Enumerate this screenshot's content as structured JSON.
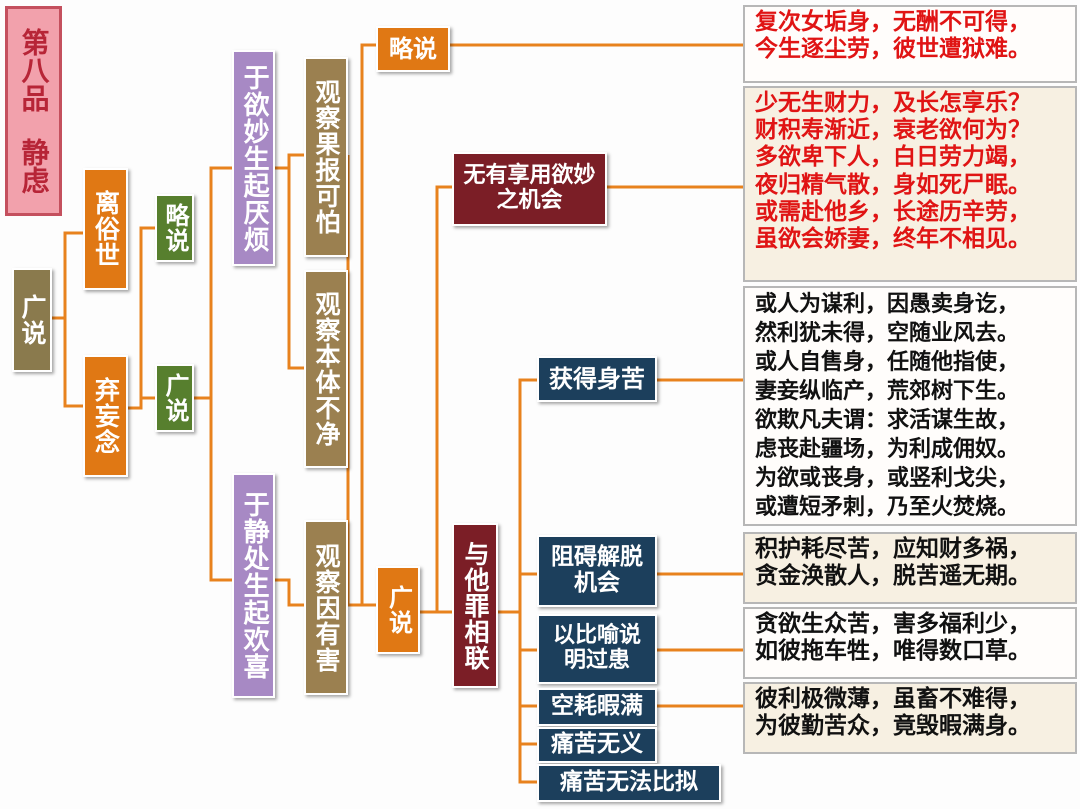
{
  "title": {
    "line1": "第八品",
    "line2": "静虑"
  },
  "nodes": {
    "guangshuo_root": "广说",
    "lisushi": "离俗世",
    "qiwangnian": "弃妄念",
    "lueshuo_l2": "略说",
    "guangshuo_l2": "广说",
    "yuyu": "于欲妙生起厌烦",
    "yujing": "于静处生起欢喜",
    "guanchaguobao": "观察果报可怕",
    "guanchabenti": "观察本体不净",
    "guanchayinyou": "观察因有害",
    "lueshuo_l4": "略说",
    "guangshuo_l4": "广说",
    "wuyou": "无有享用欲妙之机会",
    "yutazui": "与他罪相联",
    "huode": "获得身苦",
    "zuai": "阻碍解脱机会",
    "yibiyu": "以比喻说明过患",
    "konghao": "空耗暇满",
    "tongku": "痛苦无义",
    "tongkuwufa": "痛苦无法比拟"
  },
  "verses": [
    {
      "lines": [
        "复次女垢身，无酬不可得，",
        "今生逐尘劳，彼世遭狱难。"
      ],
      "color": "#e01414"
    },
    {
      "lines": [
        "少无生财力，及长怎享乐？",
        "财积寿渐近，衰老欲何为？",
        "多欲卑下人，白日劳力竭，",
        "夜归精气散，身如死尸眠。",
        "或需赴他乡，长途历辛劳，",
        "虽欲会娇妻，终年不相见。"
      ],
      "color": "#e01414"
    },
    {
      "lines": [
        "或人为谋利，因愚卖身讫，",
        "然利犹未得，空随业风去。",
        "或人自售身，任随他指使，",
        "妻妾纵临产，荒郊树下生。",
        "欲欺凡夫谓：求活谋生故，",
        "虑丧赴疆场，为利成佣奴。",
        "为欲或丧身，或竖利戈尖，",
        "或遭短矛刺，乃至火焚烧。"
      ],
      "color": "#111111"
    },
    {
      "lines": [
        "积护耗尽苦，应知财多祸，",
        "贪金涣散人，脱苦遥无期。"
      ],
      "color": "#111111"
    },
    {
      "lines": [
        "贪欲生众苦，害多福利少，",
        "如彼拖车牲，唯得数口草。"
      ],
      "color": "#111111"
    },
    {
      "lines": [
        "彼利极微薄，虽畜不难得，",
        "为彼勤苦众，竟毁暇满身。"
      ],
      "color": "#111111"
    }
  ],
  "colors": {
    "connector": "#e8821e",
    "title_bg": "#f2a1ac",
    "title_text": "#b72537",
    "verse_red": "#e01414"
  }
}
